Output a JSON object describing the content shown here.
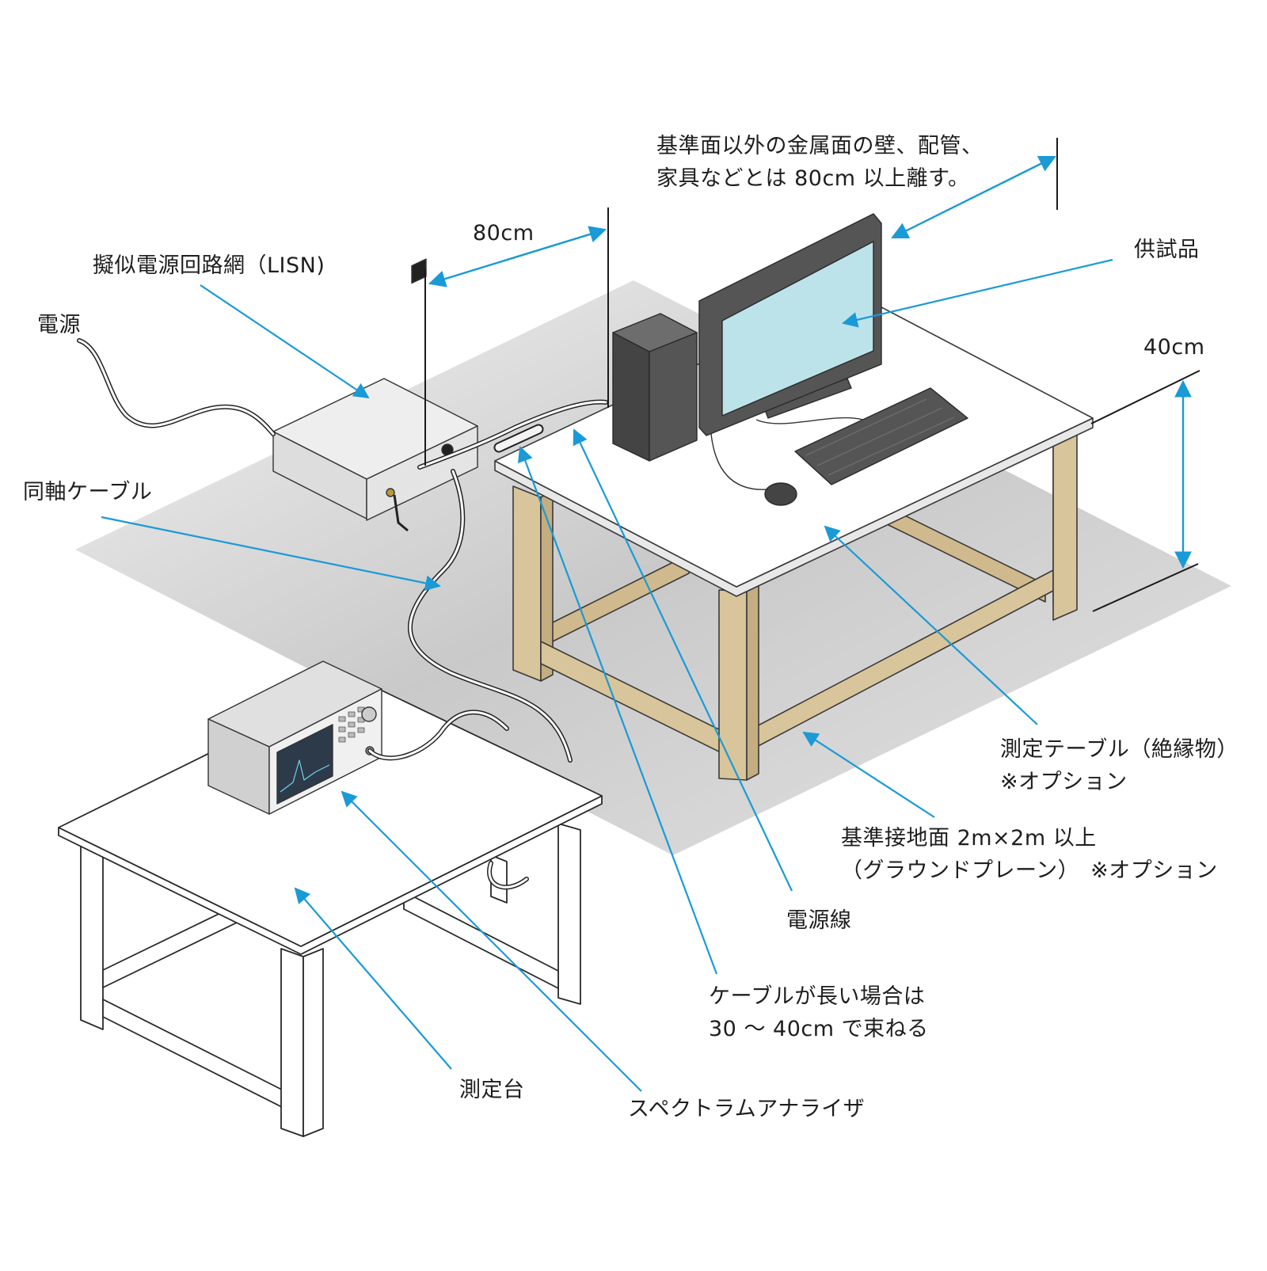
{
  "labels": {
    "clearance_note": [
      "基準面以外の金属面の壁、配管、",
      "家具などとは 80cm 以上離す。"
    ],
    "dim_80cm": "80cm",
    "lisn": "擬似電源回路網（LISN)",
    "power_source": "電源",
    "eut": "供試品",
    "dim_40cm": "40cm",
    "coax_cable": "同軸ケーブル",
    "test_table": [
      "測定テーブル（絶縁物）",
      "※オプション"
    ],
    "ground_plane": [
      "基準接地面 2m×2m 以上",
      "（グラウンドプレーン）　※オプション"
    ],
    "power_cable": "電源線",
    "bundle_note": [
      "ケーブルが長い場合は",
      "30 ～ 40cm で束ねる"
    ],
    "analyzer_stand": "測定台",
    "spectrum_analyzer": "スペクトラムアナライザ"
  },
  "colors": {
    "leader": "#1a9ad6",
    "wood": "#d9c59b",
    "wood_edge": "#3a3a3a",
    "table_top": "#ffffff",
    "ground_plane": "#d8d8d8",
    "monitor_screen": "#bde3ea",
    "dark_equipment": "#555555",
    "instrument_body": "#e6e6e6"
  }
}
